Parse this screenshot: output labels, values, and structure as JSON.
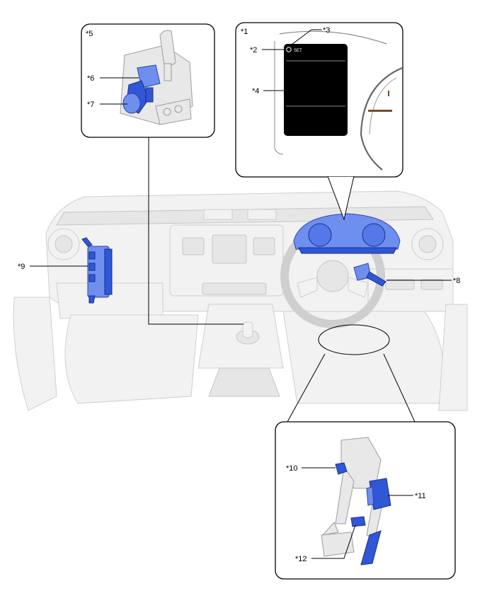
{
  "labels": {
    "c1": "*1",
    "c2": "*2",
    "c3": "*3",
    "c4": "*4",
    "c5": "*5",
    "c6": "*6",
    "c7": "*7",
    "c8": "*8",
    "c9": "*9",
    "c10": "*10",
    "c11": "*11",
    "c12": "*12"
  },
  "display_text": "SET",
  "colors": {
    "part_blue": "#2f57d6",
    "part_blue_light": "#6f8ff0",
    "car_body": "#f2f2f2",
    "screen_black": "#000000"
  }
}
